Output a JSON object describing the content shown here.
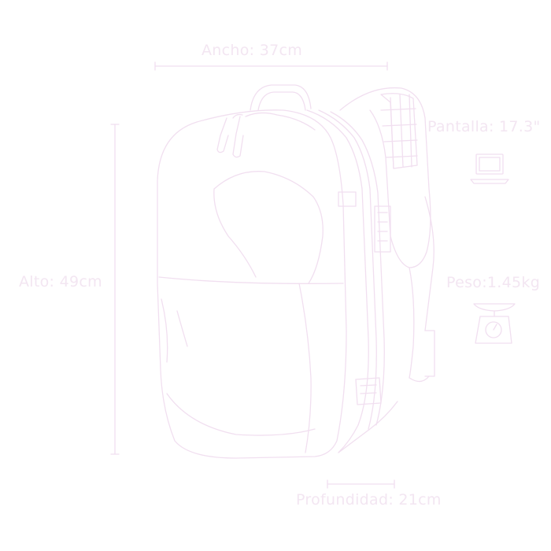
{
  "colors": {
    "line": "#f1dff0",
    "text": "#f3e6f2",
    "background": "#ffffff"
  },
  "dimensions": {
    "width": "Ancho: 37cm",
    "height": "Alto: 49cm",
    "depth": "Profundidad: 21cm",
    "screen": "Pantalla: 17.3\"",
    "weight": "Peso:1.45kg"
  },
  "icons": {
    "screen": "laptop-icon",
    "weight": "scale-icon"
  }
}
